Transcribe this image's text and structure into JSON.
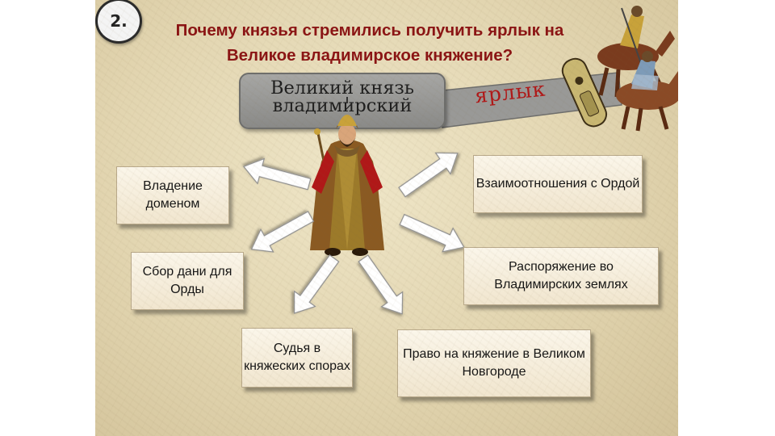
{
  "slide_number": "2.",
  "title": "Почему князья стремились получить ярлык на Великое владимирское княжение?",
  "grand_prince": {
    "line1": "Великий князь",
    "line2": "владимирский"
  },
  "yarlyk_label": "ярлык",
  "boxes": {
    "domain": "Владение доменом",
    "horde": "Взаимоотношения с Ордой",
    "tribute": "Сбор дани для Орды",
    "lands": "Распоряжение во Владимирских землях",
    "judge": "Судья в княжеских спорах",
    "novgorod": "Право на княжение в Великом Новгороде"
  },
  "colors": {
    "title": "#8b1414",
    "yarlyk": "#b01818",
    "prince_box": "#9a9a98",
    "arrow": "#ffffff"
  }
}
